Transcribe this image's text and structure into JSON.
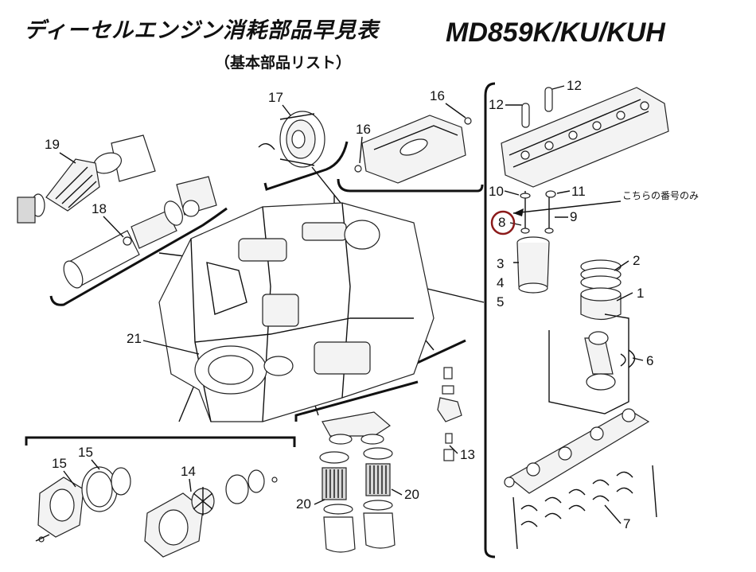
{
  "header": {
    "title": "ディーセルエンジン消耗部品早見表",
    "subtitle": "（基本部品リスト）",
    "model": "MD859K/KU/KUH"
  },
  "annotation": {
    "note": "こちらの番号のみ",
    "highlight_number": "8"
  },
  "labels": {
    "n1": "1",
    "n2": "2",
    "n3": "3",
    "n4": "4",
    "n5": "5",
    "n6": "6",
    "n7": "7",
    "n8": "8",
    "n9": "9",
    "n10": "10",
    "n11": "11",
    "n12a": "12",
    "n12b": "12",
    "n13": "13",
    "n14": "14",
    "n15a": "15",
    "n15b": "15",
    "n16a": "16",
    "n16b": "16",
    "n17": "17",
    "n18": "18",
    "n19": "19",
    "n20a": "20",
    "n20b": "20",
    "n21": "21"
  },
  "colors": {
    "highlight_circle": "#8b1a1a",
    "ink": "#111111"
  }
}
